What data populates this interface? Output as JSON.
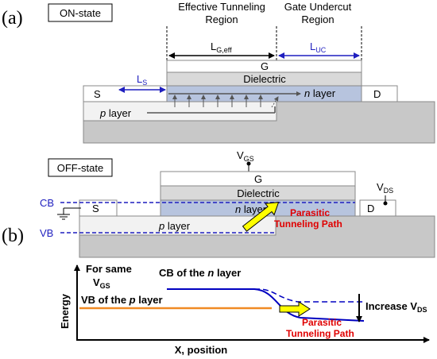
{
  "panel_a": {
    "panel_label": "(a)",
    "state_label": "ON-state",
    "header_effective": [
      "Effective Tunneling",
      "Region"
    ],
    "header_undercut": [
      "Gate Undercut",
      "Region"
    ],
    "l_geff": "L",
    "l_geff_sub": "G,eff",
    "l_uc": "L",
    "l_uc_sub": "UC",
    "l_s": "L",
    "l_s_sub": "S",
    "gate": "G",
    "dielectric": "Dielectric",
    "source": "S",
    "drain": "D",
    "n_italic": "n",
    "n_layer_rest": " layer",
    "p_italic": "p",
    "p_layer_rest": " layer"
  },
  "panel_b": {
    "panel_label": "(b)",
    "state_label": "OFF-state",
    "vgs": "V",
    "vgs_sub": "GS",
    "vds": "V",
    "vds_sub": "DS",
    "gate": "G",
    "dielectric": "Dielectric",
    "source": "S",
    "drain": "D",
    "cb": "CB",
    "vb": "VB",
    "n_italic": "n",
    "n_layer_rest": " layer",
    "p_italic": "p",
    "p_layer_rest": " layer",
    "parasitic": [
      "Parasitic",
      "Tunneling Path"
    ]
  },
  "band_plot": {
    "for_same": "For same",
    "vgs": "V",
    "vgs_sub": "GS",
    "cb_label_prefix": "CB of the ",
    "cb_label_italic": "n",
    "cb_label_suffix": " layer",
    "vb_label_prefix": "VB of the ",
    "vb_label_italic": "p",
    "vb_label_suffix": " layer",
    "parasitic": [
      "Parasitic",
      "Tunneling Path"
    ],
    "increase": "Increase V",
    "increase_sub": "DS",
    "y_axis": "Energy",
    "x_axis": "X, position"
  },
  "colors": {
    "blue_label": "#1f1fbf",
    "n_layer_fill": "#b7c4de",
    "dielectric_fill": "#d9d9d9",
    "substrate_fill": "#c8c8c8",
    "red_text": "#e00000",
    "arrow_yellow": "#ffff00",
    "vb_orange": "#f08a24",
    "cb_blue": "#0000c0"
  }
}
